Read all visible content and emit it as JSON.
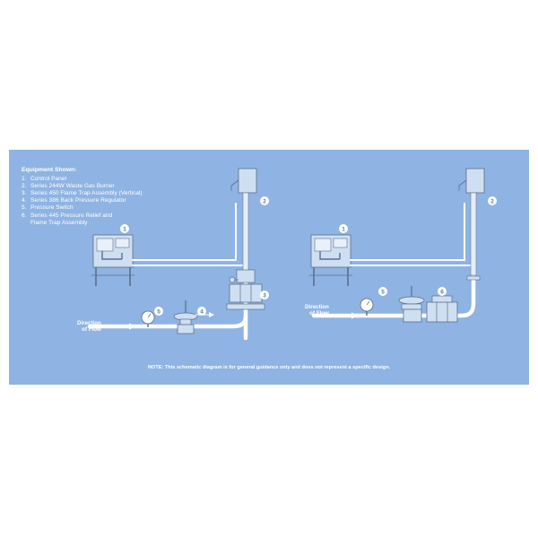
{
  "legend": {
    "title": "Equipment Shown:",
    "items": [
      {
        "num": "1.",
        "label": "Control Panel"
      },
      {
        "num": "2.",
        "label": "Series 244W Waste Gas Burner"
      },
      {
        "num": "3.",
        "label": "Series 450 Flame Trap Assembly (Vertical)"
      },
      {
        "num": "4.",
        "label": "Series 386 Back Pressure Regulator"
      },
      {
        "num": "5.",
        "label": "Pressure Switch"
      },
      {
        "num": "6.",
        "label": "Series 445 Pressure Relief and\nFlame Trap Assembly"
      }
    ]
  },
  "callouts": {
    "left": [
      "1",
      "2",
      "3",
      "4",
      "5"
    ],
    "right": [
      "1",
      "2",
      "5",
      "6"
    ]
  },
  "flow_label": {
    "line1": "Direction",
    "line2": "of Flow"
  },
  "note": "NOTE: This schematic diagram is for general guidance only and does not represent a specific design.",
  "colors": {
    "background": "#8fb3e2",
    "pipe": "#ffffff",
    "equipment_fill": "#cfdff2",
    "equipment_stroke": "#5c6f8a",
    "callout_fill": "#ffffff",
    "callout_text": "#4f79b8"
  }
}
